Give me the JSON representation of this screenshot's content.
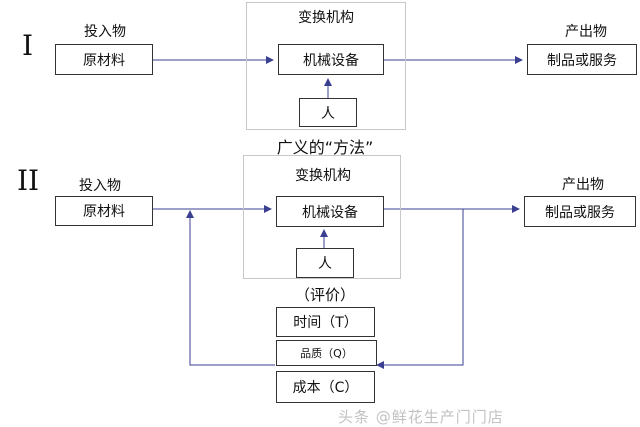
{
  "panel1": {
    "numeral": "I",
    "input_title": "投入物",
    "input_box": "原材料",
    "transform_title": "变换机构",
    "machine_box": "机械设备",
    "person_box": "人",
    "output_title": "产出物",
    "output_box": "制品或服务"
  },
  "caption": "广义的“方法”",
  "panel2": {
    "numeral": "II",
    "input_title": "投入物",
    "input_box": "原材料",
    "transform_title": "变换机构",
    "machine_box": "机械设备",
    "person_box": "人",
    "output_title": "产出物",
    "output_box": "制品或服务",
    "evaluation_title": "（评价）",
    "time_box": "时间（T）",
    "quality_box": "品质（Q）",
    "cost_box": "成本（C）"
  },
  "watermark": "头条 @鲜花生产门门店",
  "colors": {
    "arrow": "#3a3f8f",
    "box_border": "#333333",
    "frame_border": "#c8c8c8"
  }
}
